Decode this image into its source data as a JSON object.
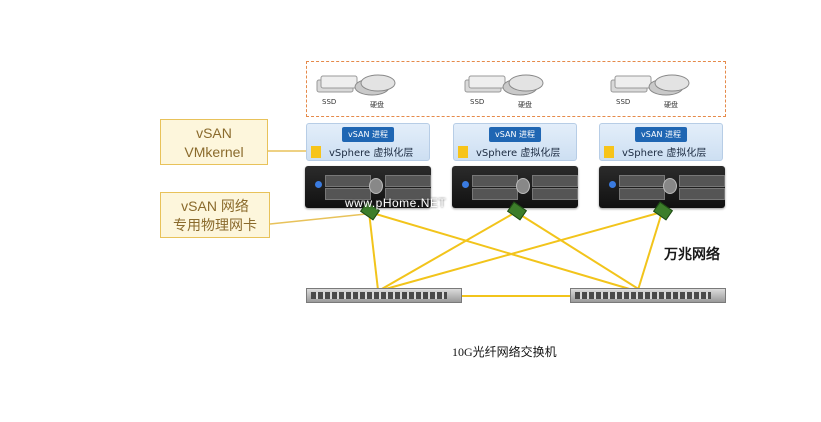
{
  "callouts": {
    "vmkernel_line1": "vSAN",
    "vmkernel_line2": "VMkernel",
    "nic_line1": "vSAN 网络",
    "nic_line2": "专用物理网卡"
  },
  "hosts": [
    {
      "ssd_label": "SSD",
      "hdd_label": "硬盘",
      "process_label": "vSAN 进程",
      "virt_label": "vSphere 虚拟化层"
    },
    {
      "ssd_label": "SSD",
      "hdd_label": "硬盘",
      "process_label": "vSAN 进程",
      "virt_label": "vSphere 虚拟化层"
    },
    {
      "ssd_label": "SSD",
      "hdd_label": "硬盘",
      "process_label": "vSAN 进程",
      "virt_label": "vSphere 虚拟化层"
    }
  ],
  "network_label": "万兆网络",
  "switch_caption": "10G光纤网络交换机",
  "watermark": "www.pHome.NET",
  "colors": {
    "cable": "#f2c41b",
    "callout_border": "#e8c25a",
    "callout_text": "#8a6a2c",
    "dashed_border": "#e58a4a",
    "process_pill": "#1f66b3"
  }
}
